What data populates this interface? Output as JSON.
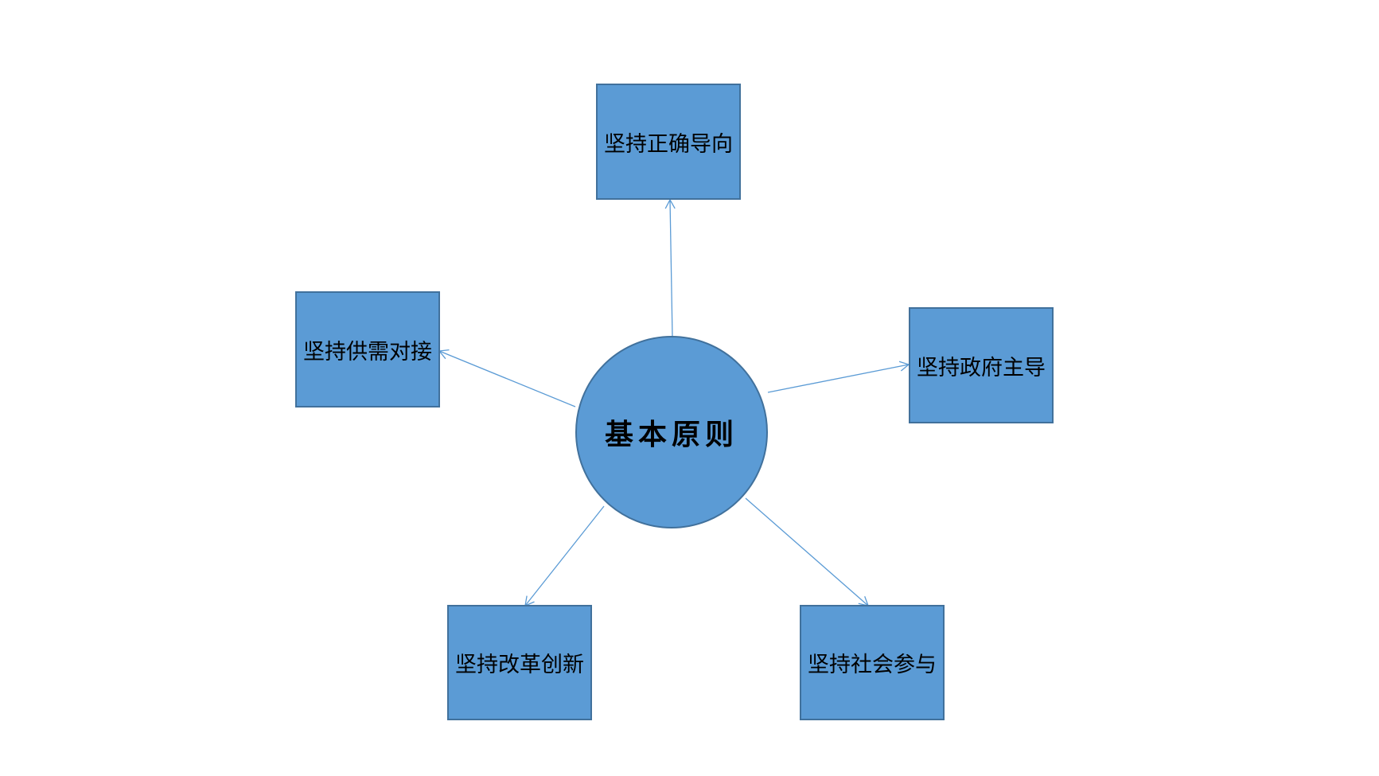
{
  "center": {
    "label": "基本原则"
  },
  "nodes": {
    "top": "坚持正确导向",
    "left": "坚持供需对接",
    "right": "坚持政府主导",
    "bottom_left": "坚持改革创新",
    "bottom_right": "坚持社会参与"
  },
  "colors": {
    "fill": "#5B9BD5",
    "border": "#41719C",
    "arrow": "#5B9BD5"
  }
}
